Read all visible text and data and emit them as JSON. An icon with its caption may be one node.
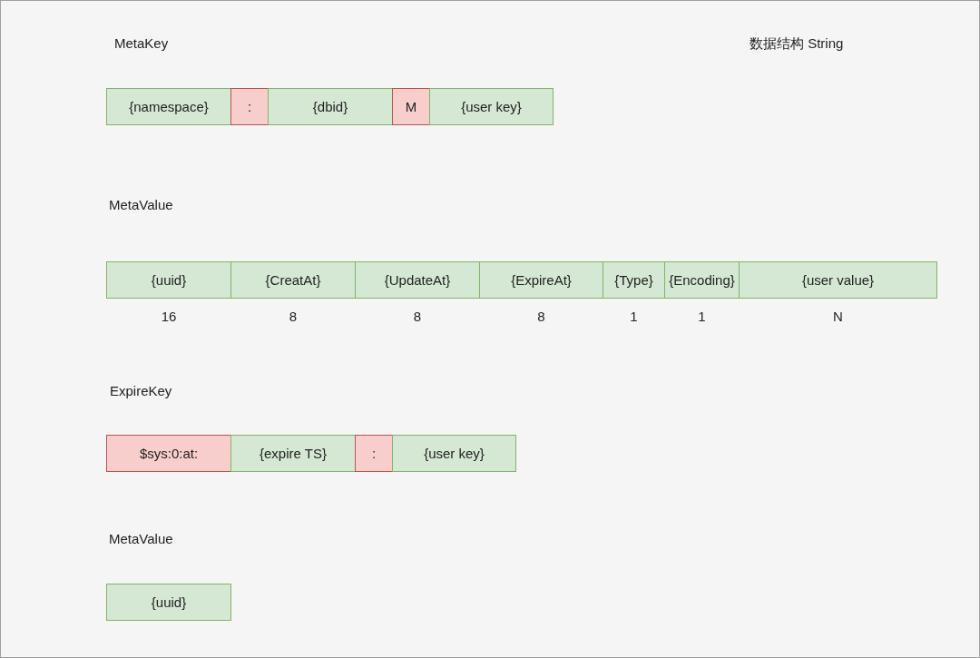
{
  "diagram": {
    "nodes": [
      {
        "text": [
          "{namespace}"
        ]
      },
      {
        "text": [
          ":"
        ]
      },
      {
        "text": [
          "{dbid}"
        ]
      },
      {
        "text": [
          "M"
        ]
      },
      {
        "text": [
          "{user key}"
        ]
      },
      {
        "text": [
          "{uuid}"
        ],
        "beside": [
          "16"
        ]
      },
      {
        "text": [
          "{CreatAt}"
        ],
        "beside": [
          "8"
        ]
      },
      {
        "text": [
          "{UpdateAt}"
        ],
        "beside": [
          "8"
        ]
      },
      {
        "text": [
          "{ExpireAt}"
        ],
        "beside": [
          "8"
        ]
      },
      {
        "text": [
          "{Type}"
        ],
        "beside": [
          "1"
        ]
      },
      {
        "text": [
          "{Encoding}"
        ],
        "beside": [
          "1"
        ]
      },
      {
        "text": [
          "{user value}"
        ],
        "beside": [
          "N"
        ]
      },
      {
        "text": [
          "$sys:0:at:"
        ]
      },
      {
        "text": [
          "{expire TS}"
        ]
      },
      {
        "text": [
          ":"
        ]
      },
      {
        "text": [
          "{user key}"
        ]
      },
      {
        "text": [
          "{uuid}"
        ]
      }
    ],
    "labels": [
      "MetaKey",
      "数据结构 String",
      "MetaValue",
      "ExpireKey",
      "MetaValue"
    ]
  }
}
